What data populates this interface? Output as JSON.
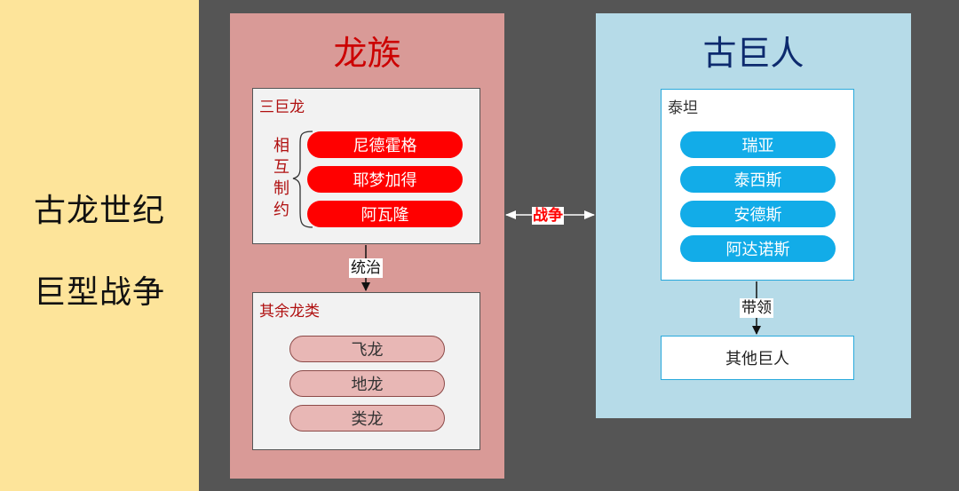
{
  "sidebar": {
    "line1": "古龙世纪",
    "line2": "巨型战争"
  },
  "dragons": {
    "title": "龙族",
    "elder_group": {
      "label": "三巨龙",
      "constraint": [
        "相",
        "互",
        "制",
        "约"
      ],
      "members": [
        "尼德霍格",
        "耶梦加得",
        "阿瓦隆"
      ]
    },
    "rule_label": "统治",
    "other_group": {
      "label": "其余龙类",
      "members": [
        "飞龙",
        "地龙",
        "类龙"
      ]
    }
  },
  "war_label": "战争",
  "giants": {
    "title": "古巨人",
    "titan_group": {
      "label": "泰坦",
      "members": [
        "瑞亚",
        "泰西斯",
        "安德斯",
        "阿达诺斯"
      ]
    },
    "lead_label": "带领",
    "other_giants": "其他巨人"
  },
  "colors": {
    "dragon_panel": "#d99a97",
    "giant_panel": "#b6dbe8",
    "elder_pill": "#ff0000",
    "titan_pill": "#12ace8",
    "sidebar": "#fde49a"
  }
}
